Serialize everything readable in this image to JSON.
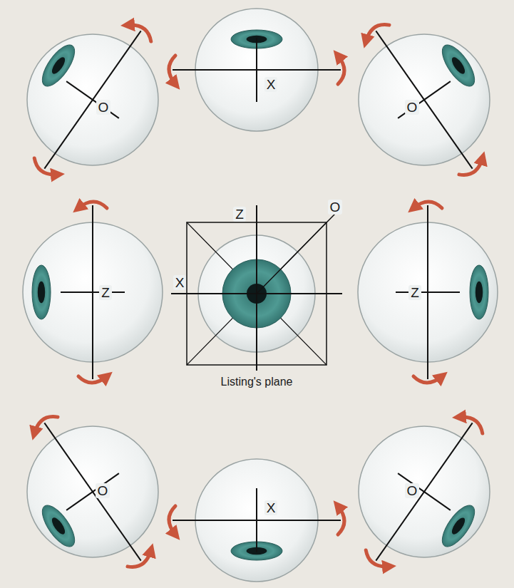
{
  "diagram": {
    "labels": [
      "O",
      "X",
      "O",
      "Z",
      "O",
      "X",
      "Z",
      "Z",
      "Listing's plane",
      "O",
      "X",
      "O"
    ]
  }
}
